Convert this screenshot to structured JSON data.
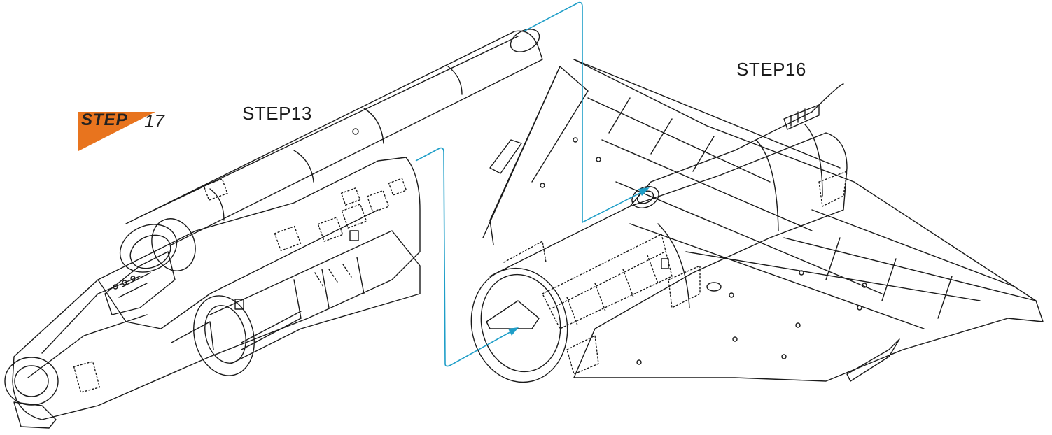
{
  "badge": {
    "word": "STEP",
    "number": "17",
    "color": "#e8741e"
  },
  "labels": {
    "step13": "STEP13",
    "step16": "STEP16"
  },
  "colors": {
    "lines": "#1a1a1a",
    "arrow": "#1e9ec8"
  }
}
